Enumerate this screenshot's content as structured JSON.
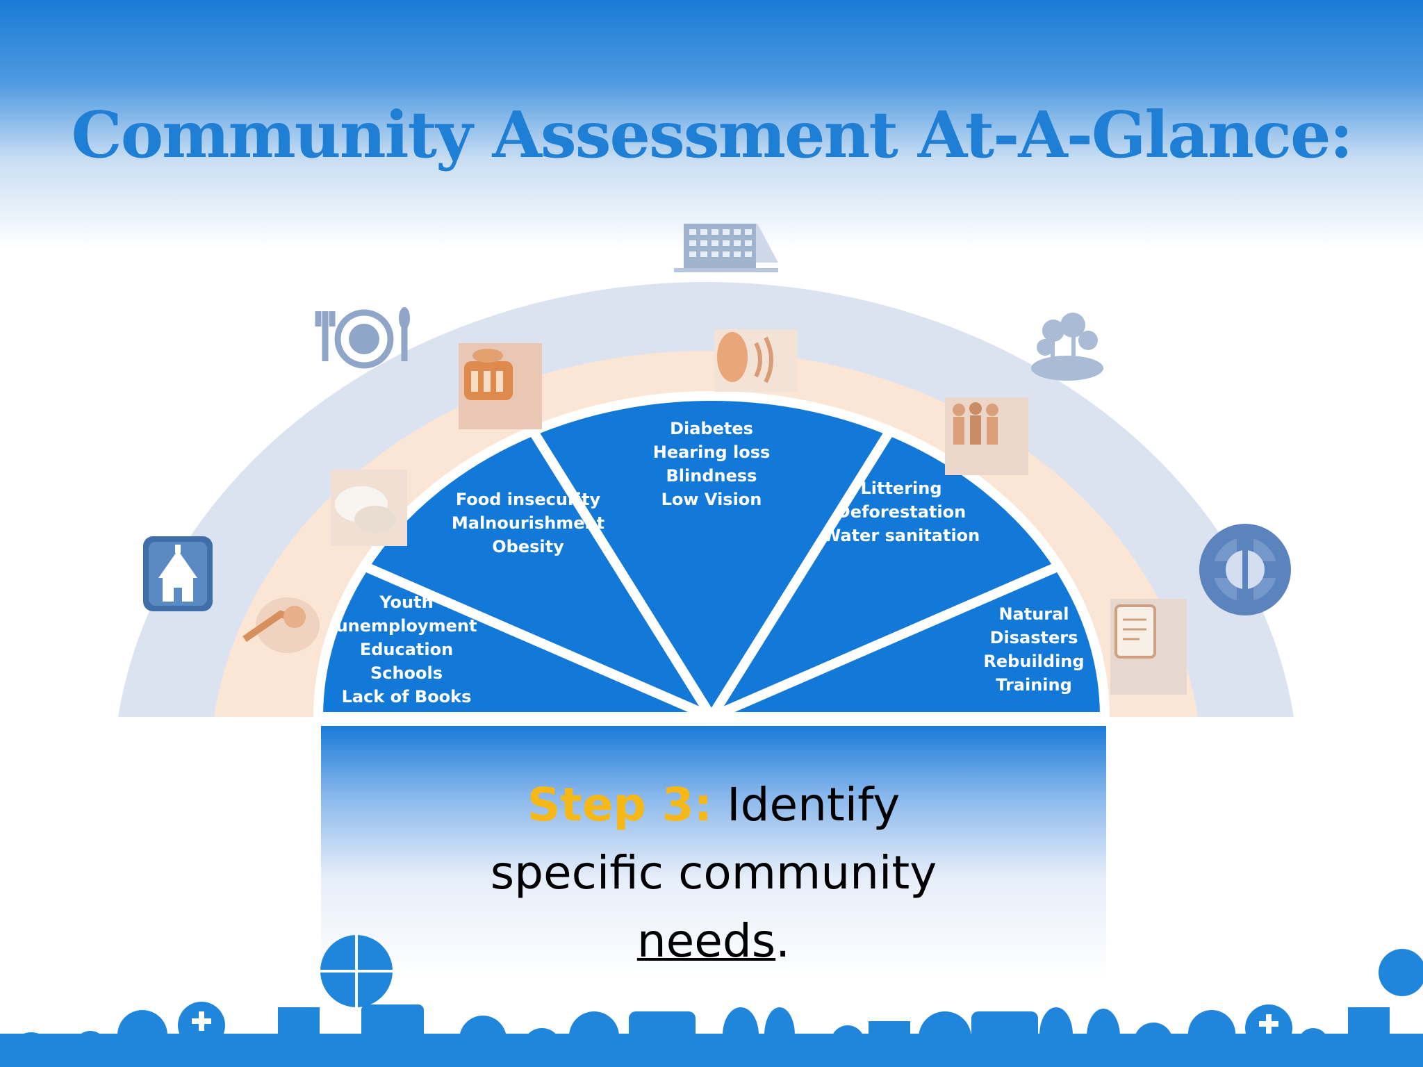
{
  "title": "Community Assessment At-A-Glance:",
  "caption": {
    "step": "Step 3",
    "colon": ":",
    "line1": " Identify",
    "line2": "specific community",
    "needs": "needs",
    "period": "."
  },
  "segments": [
    {
      "lines": [
        "Youth",
        "unemployment",
        "Education",
        "Schools",
        "Lack of Books"
      ]
    },
    {
      "lines": [
        "Food insecurity",
        "Malnourishment",
        "Obesity"
      ]
    },
    {
      "lines": [
        "Diabetes",
        "Hearing loss",
        "Blindness",
        "Low Vision"
      ]
    },
    {
      "lines": [
        "Littering",
        "Deforestation",
        "Water sanitation"
      ]
    },
    {
      "lines": [
        "Natural",
        "Disasters",
        "Rebuilding",
        "Training"
      ]
    }
  ],
  "icons": {
    "outer": [
      "school-house-icon",
      "dinner-plate-icon",
      "hospital-building-icon",
      "park-trees-icon",
      "fire-rescue-badge-icon"
    ],
    "inner": [
      "handshake-icon",
      "volunteer-hands-icon",
      "food-basket-icon",
      "hearing-icon",
      "people-group-icon",
      "clipboard-icon"
    ],
    "footer": "medical-education-icons-strip"
  },
  "colors": {
    "title": "#1f7fd4",
    "segment": "#1379d8",
    "outer_arc": "#dbe3f1",
    "inner_arc": "#fbe6d6",
    "step": "#f5b817"
  }
}
